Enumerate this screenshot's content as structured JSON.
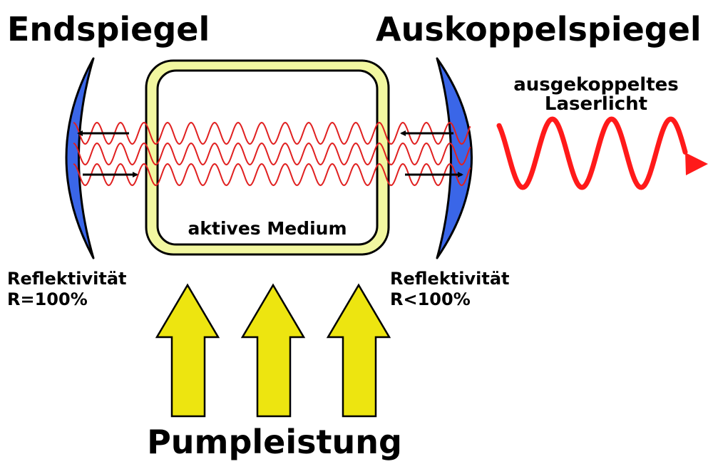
{
  "labels": {
    "end_mirror": "Endspiegel",
    "output_mirror": "Auskoppelspiegel",
    "output_light_line1": "ausgekoppeltes",
    "output_light_line2": "Laserlicht",
    "active_medium": "aktives Medium",
    "end_reflectivity_line1": "Reflektivität",
    "end_reflectivity_line2": "R=100%",
    "output_reflectivity_line1": "Reflektivität",
    "output_reflectivity_line2": "R<100%",
    "pump_power": "Pumpleistung"
  },
  "components": {
    "pump_arrow_count": 3,
    "intracavity_wave_count": 3,
    "intracavity_arrows": [
      "left",
      "right",
      "left",
      "right"
    ]
  },
  "colors": {
    "mirror": "#3a66e8",
    "medium_border": "#f2f7a0",
    "intracavity_wave": "#e02020",
    "output_wave": "#ff1a1a",
    "pump_arrow": "#ede510",
    "outline": "#000000"
  }
}
